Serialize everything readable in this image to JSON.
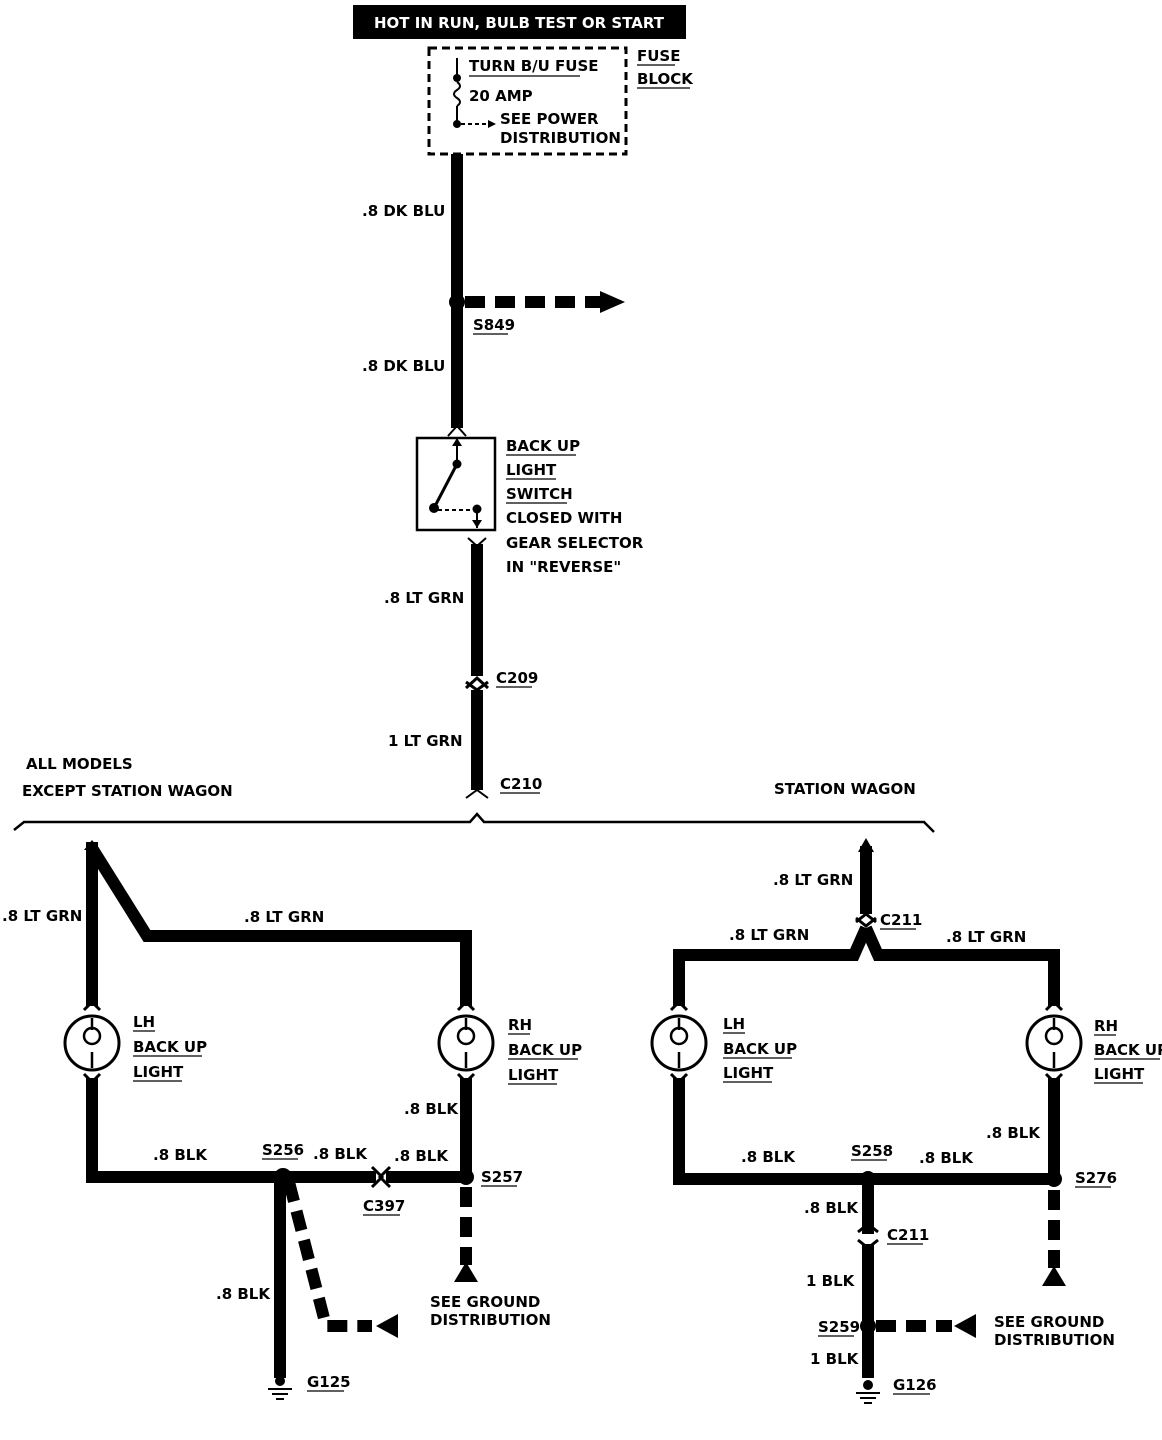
{
  "header": {
    "title": "HOT IN RUN, BULB TEST OR START"
  },
  "fuse_block": {
    "fuse_name": "TURN B/U FUSE",
    "rating": "20 AMP",
    "note_line1": "SEE POWER",
    "note_line2": "DISTRIBUTION",
    "label_line1": "FUSE",
    "label_line2": "BLOCK"
  },
  "wires": {
    "w1": ".8 DK BLU",
    "w2": ".8 DK BLU",
    "w3": ".8 LT GRN",
    "w4": "1 LT GRN",
    "lh_left": ".8 LT GRN",
    "lh_top": ".8 LT GRN",
    "rh_blk": ".8 BLK",
    "lh_blk": ".8 BLK",
    "s256_blk": ".8 BLK",
    "s257_blk": ".8 BLK",
    "g125_blk": ".8 BLK",
    "sw_up": ".8 LT GRN",
    "sw_left": ".8 LT GRN",
    "sw_right": ".8 LT GRN",
    "sw_rh_blk": ".8 BLK",
    "sw_lh_blk": ".8 BLK",
    "sw_s258_blk": ".8 BLK",
    "sw_c211_blk": ".8 BLK",
    "sw_1blk_a": "1 BLK",
    "sw_1blk_b": "1 BLK"
  },
  "splices": {
    "s849": "S849",
    "s256": "S256",
    "s257": "S257",
    "s258": "S258",
    "s276": "S276",
    "s259": "S259"
  },
  "connectors": {
    "c209": "C209",
    "c210": "C210",
    "c397": "C397",
    "c211_top": "C211",
    "c211_bot": "C211"
  },
  "grounds": {
    "g125": "G125",
    "g126": "G126"
  },
  "switch": {
    "line1": "BACK UP",
    "line2": "LIGHT",
    "line3": "SWITCH",
    "line4": "CLOSED WITH",
    "line5": "GEAR SELECTOR",
    "line6": "IN \"REVERSE\""
  },
  "branches": {
    "left_line1": "ALL MODELS",
    "left_line2": "EXCEPT STATION WAGON",
    "right": "STATION WAGON"
  },
  "lights": {
    "lh1": {
      "line1": "LH",
      "line2": "BACK UP",
      "line3": "LIGHT"
    },
    "rh1": {
      "line1": "RH",
      "line2": "BACK UP",
      "line3": "LIGHT"
    },
    "lh2": {
      "line1": "LH",
      "line2": "BACK UP",
      "line3": "LIGHT"
    },
    "rh2": {
      "line1": "RH",
      "line2": "BACK UP",
      "line3": "LIGHT"
    }
  },
  "ground_notes": {
    "left_line1": "SEE GROUND",
    "left_line2": "DISTRIBUTION",
    "right_line1": "SEE GROUND",
    "right_line2": "DISTRIBUTION"
  }
}
